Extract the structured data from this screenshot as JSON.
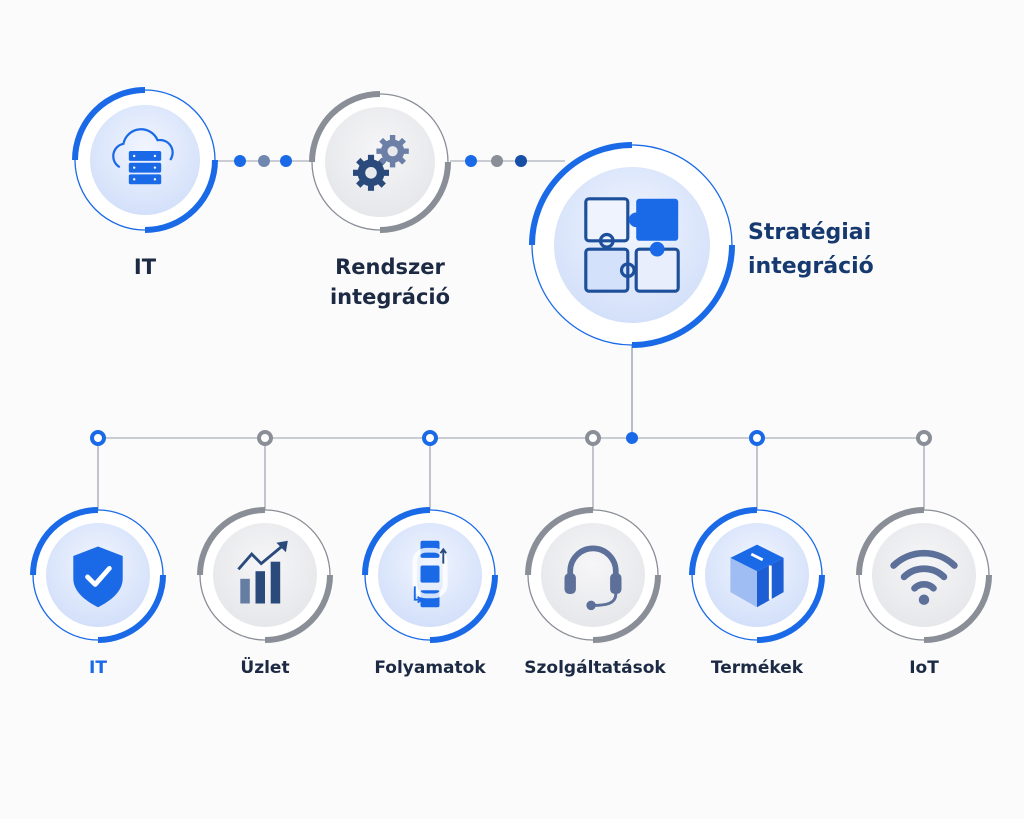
{
  "colors": {
    "accent": "#1a6ae8",
    "neutral": "#8a8e96",
    "navy": "#1d3557",
    "label": "#1c2a44"
  },
  "top_nodes": [
    {
      "id": "it",
      "label_lines": [
        "IT"
      ],
      "icon": "cloud-server-icon",
      "accent": true
    },
    {
      "id": "rendszer",
      "label_lines": [
        "Rendszer",
        "integráció"
      ],
      "icon": "gears-icon",
      "accent": false
    },
    {
      "id": "strategiai",
      "label_lines": [
        "Stratégiai",
        "integráció"
      ],
      "icon": "puzzle-icon",
      "accent": true
    }
  ],
  "bottom_nodes": [
    {
      "label": "IT",
      "icon": "shield-check-icon",
      "accent": true
    },
    {
      "label": "Üzlet",
      "icon": "growth-chart-icon",
      "accent": false
    },
    {
      "label": "Folyamatok",
      "icon": "process-flow-icon",
      "accent": true
    },
    {
      "label": "Szolgáltatások",
      "icon": "headset-icon",
      "accent": false
    },
    {
      "label": "Termékek",
      "icon": "box-icon",
      "accent": true
    },
    {
      "label": "IoT",
      "icon": "wifi-icon",
      "accent": false
    }
  ]
}
